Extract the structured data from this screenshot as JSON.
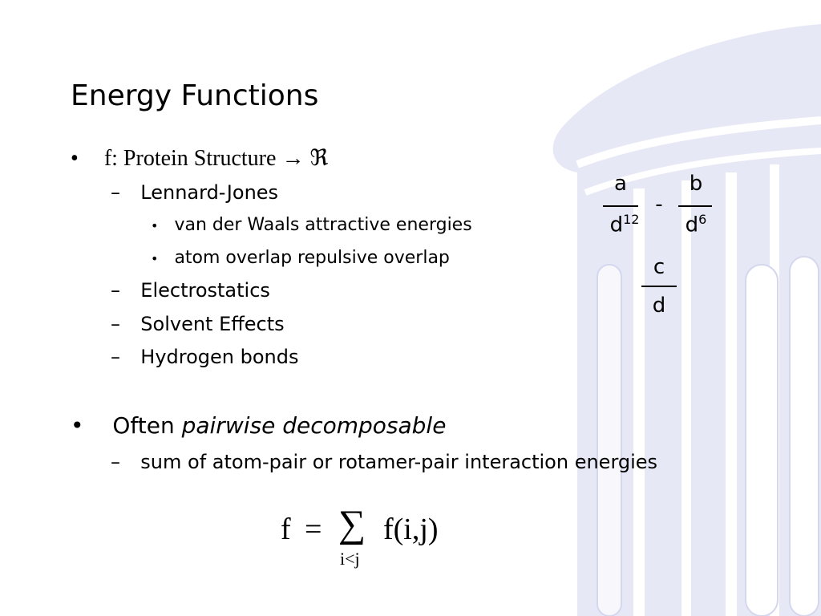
{
  "slide": {
    "title": "Energy Functions",
    "bullets": [
      {
        "pre": "f: Protein Structure ",
        "arrow": "→",
        "post": " ℜ",
        "sub": [
          {
            "label": "Lennard-Jones",
            "sub": [
              "van der Waals attractive energies",
              "atom overlap repulsive overlap"
            ]
          },
          {
            "label": "Electrostatics"
          },
          {
            "label": "Solvent Effects"
          },
          {
            "label": "Hydrogen bonds"
          }
        ]
      },
      {
        "pre": "Often ",
        "emph": "pairwise decomposable",
        "sub": [
          {
            "label": "sum of atom-pair or rotamer-pair interaction energies"
          }
        ]
      }
    ],
    "bullet_glyph": "•",
    "dash_glyph": "–"
  },
  "lj_formula": {
    "num1": "a",
    "den1": "d",
    "exp1": "12",
    "minus": "-",
    "num2": "b",
    "den2": "d",
    "exp2": "6"
  },
  "coulomb_formula": {
    "num": "c",
    "den": "d"
  },
  "sum_formula": {
    "lhs": "f",
    "eq": "=",
    "sigma": "∑",
    "rhs": "f(i,j)",
    "index": "i<j"
  },
  "colors": {
    "background_art": "#e6e8f6",
    "background_art_lines": "#ffffff",
    "text": "#000000"
  }
}
